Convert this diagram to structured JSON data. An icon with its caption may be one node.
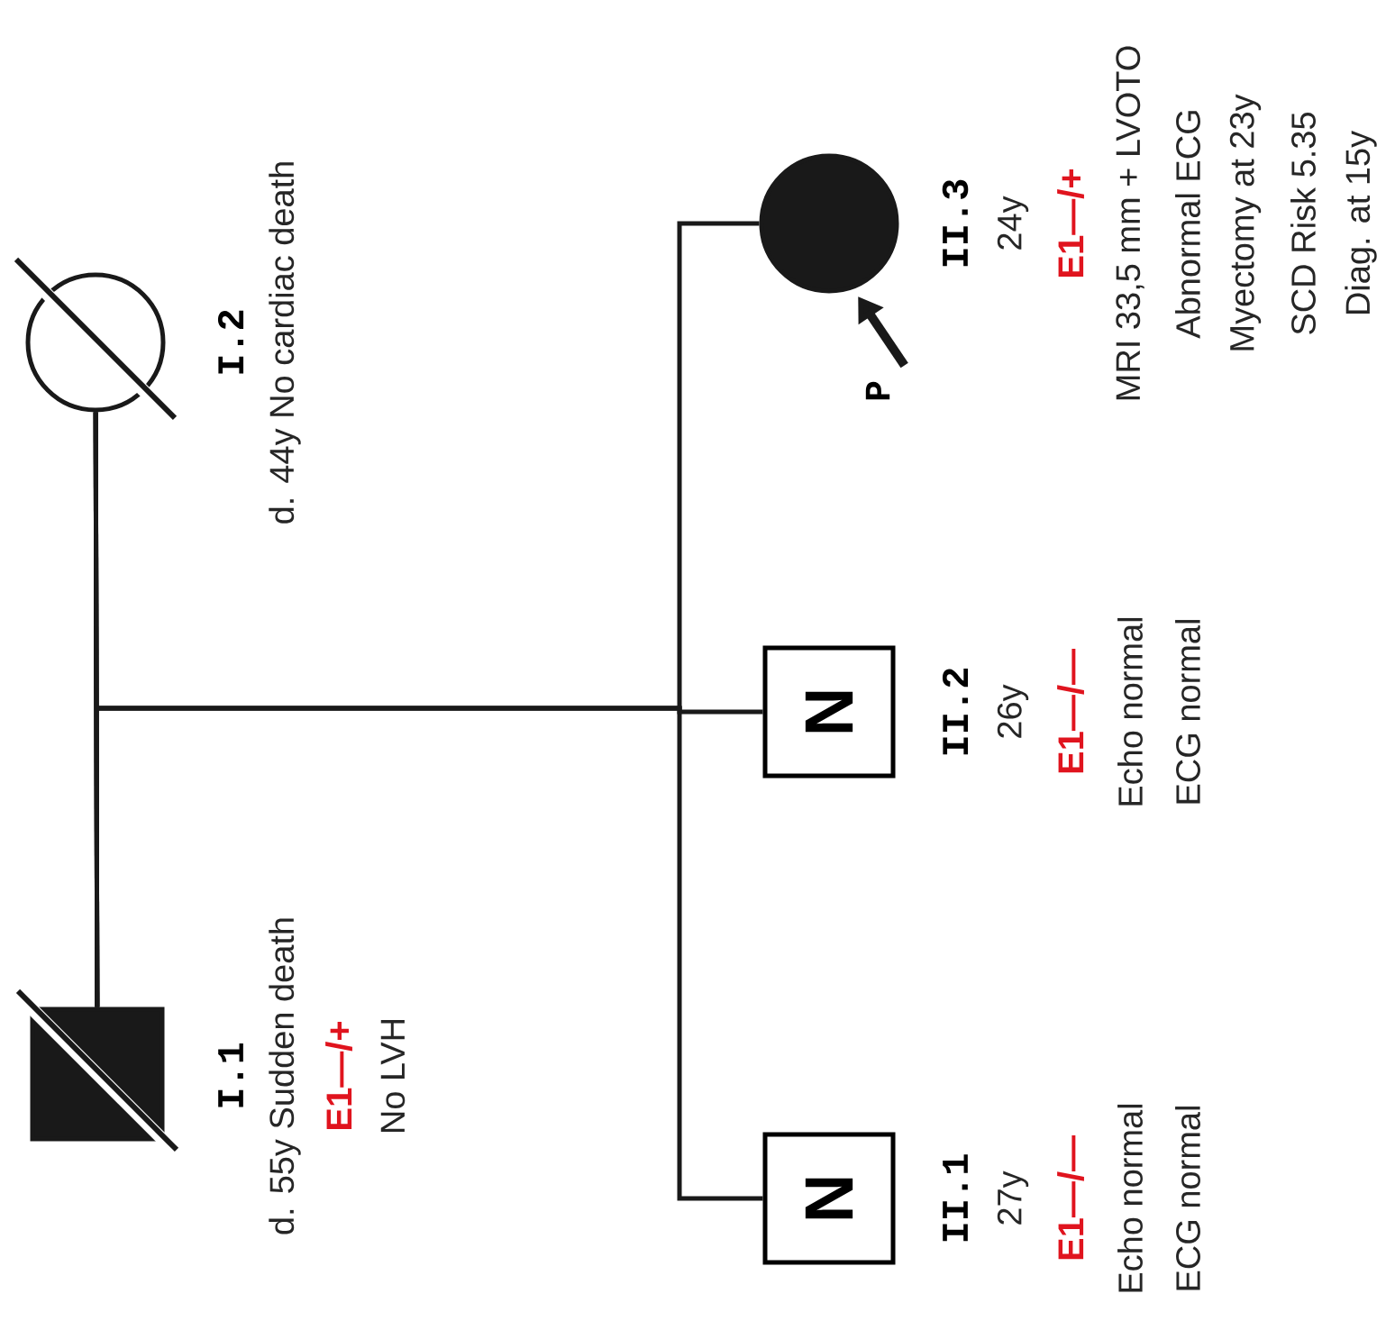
{
  "diagram": {
    "nodes": [
      {
        "text": [],
        "shape": "box",
        "beside": [
          "I.1",
          "d. 55y Sudden death",
          "E1—/+",
          "No LVH"
        ]
      },
      {
        "text": [],
        "shape": "circle",
        "beside": [
          "I.2",
          "d. 44y No cardiac death"
        ]
      },
      {
        "text": [
          "N"
        ],
        "beside": [
          "II.1",
          "27y",
          "E1—/—",
          "Echo normal",
          "ECG normal"
        ]
      },
      {
        "text": [
          "N"
        ],
        "beside": [
          "II.2",
          "26y",
          "E1—/—",
          "Echo normal",
          "ECG normal"
        ]
      },
      {
        "text": [],
        "shape": "circle",
        "beside": [
          "II.3",
          "24y",
          "E1—/+",
          "MRI 33,5 mm + LVOTO",
          "Abnormal ECG",
          "Myectomy at 23y",
          "SCD Risk 5.35",
          "Diag. at 15y"
        ]
      },
      {
        "text": [
          "P"
        ]
      }
    ],
    "edges": [
      {
        "from": 0,
        "to": 1,
        "arrow": "none"
      },
      {
        "from": 0,
        "to": 2,
        "arrow": "none"
      },
      {
        "from": 1,
        "to": 2,
        "arrow": "none"
      },
      {
        "from": 0,
        "to": 3,
        "arrow": "none"
      },
      {
        "from": 1,
        "to": 3,
        "arrow": "none"
      },
      {
        "from": 0,
        "to": 4,
        "arrow": "none"
      },
      {
        "from": 1,
        "to": 4,
        "arrow": "none"
      },
      {
        "from": 5,
        "to": 4,
        "arrow": "to",
        "style": "thick"
      }
    ]
  }
}
